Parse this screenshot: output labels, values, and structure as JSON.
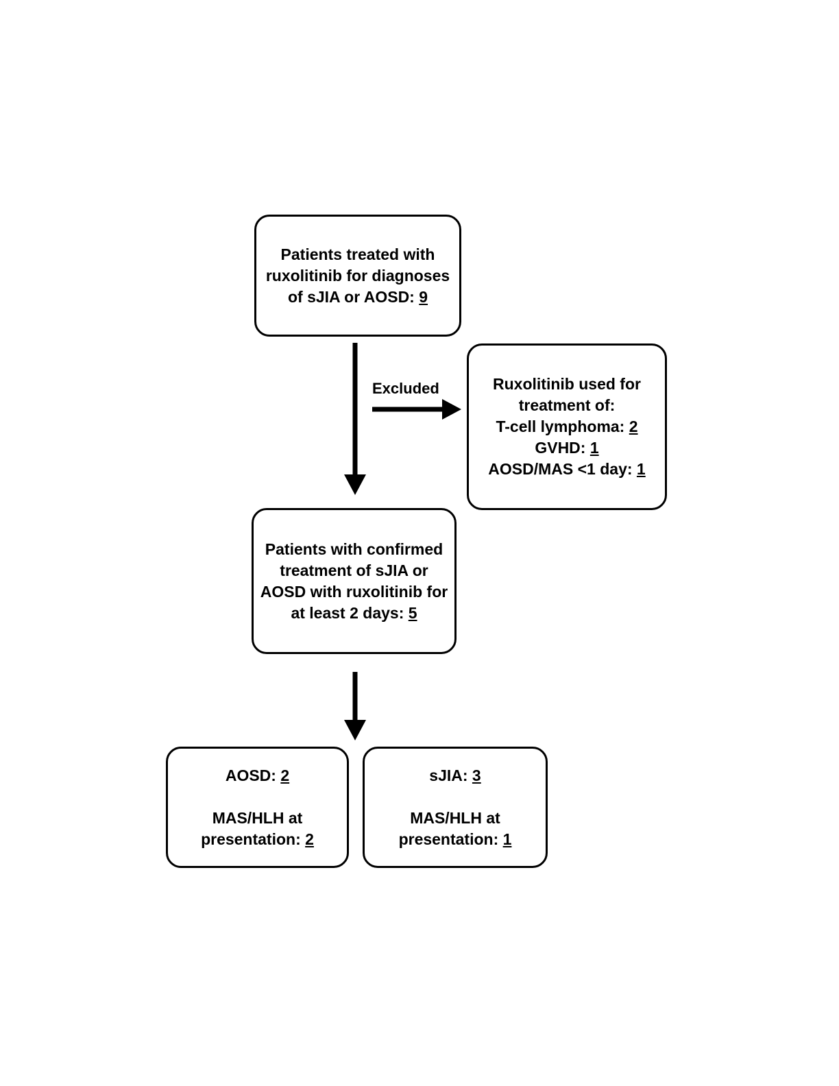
{
  "diagram": {
    "type": "study-flow-diagram",
    "title": "Patient selection flow for ruxolitinib treatment in sJIA/AOSD",
    "background_color": "#ffffff",
    "stroke_color": "#000000",
    "text_color": "#000000"
  },
  "nodes": {
    "enrolled": {
      "name": "patients-treated-box",
      "lines": [
        "Patients treated with",
        "ruxolitinib for diagnoses",
        "of sJIA or AOSD:"
      ],
      "count": "9"
    },
    "excluded": {
      "name": "excluded-reasons-box",
      "heading": [
        "Ruxolitinib used for",
        "treatment of:"
      ],
      "reasons": [
        {
          "label": "T-cell lymphoma:",
          "count": "2"
        },
        {
          "label": "GVHD:",
          "count": "1"
        },
        {
          "label": "AOSD/MAS <1 day:",
          "count": "1"
        }
      ]
    },
    "included": {
      "name": "patients-confirmed-box",
      "lines": [
        "Patients with confirmed",
        "treatment of sJIA or",
        "AOSD with ruxolitinib for",
        "at least 2 days:"
      ],
      "count": "5"
    },
    "aosd": {
      "name": "aosd-group-box",
      "group_label": "AOSD:",
      "group_count": "2",
      "detail_line_1": "MAS/HLH at",
      "detail_line_2": "presentation:",
      "detail_count": "2"
    },
    "sjia": {
      "name": "sjia-group-box",
      "group_label": "sJIA:",
      "group_count": "3",
      "detail_line_1": "MAS/HLH at",
      "detail_line_2": "presentation:",
      "detail_count": "1"
    }
  },
  "edges": {
    "excluded_label": "Excluded"
  }
}
